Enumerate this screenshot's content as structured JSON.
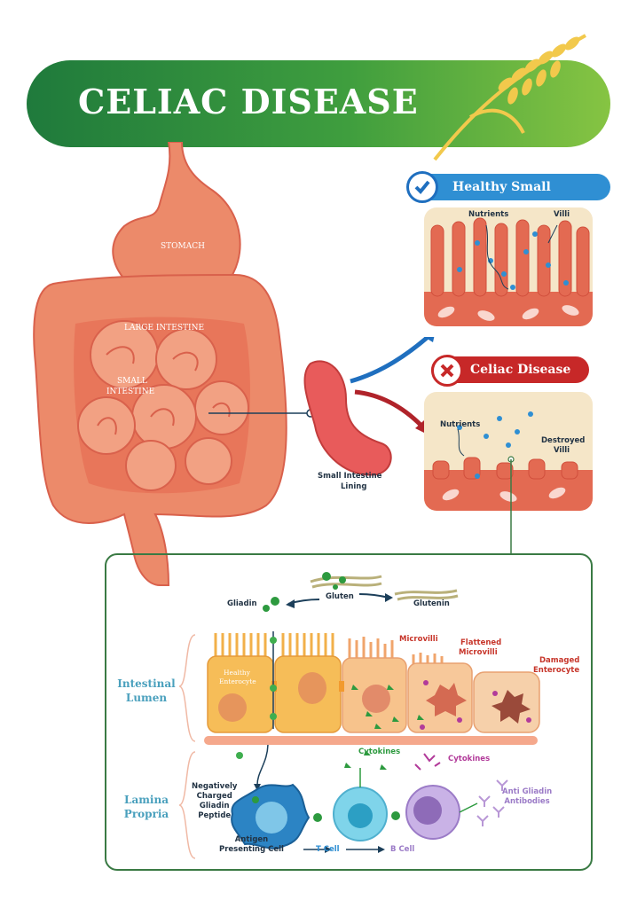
{
  "header": {
    "title": "CELIAC DISEASE"
  },
  "organs": {
    "stomach": "STOMACH",
    "large_intestine": "LARGE INTESTINE",
    "small_intestine_line1": "SMALL",
    "small_intestine_line2": "INTESTINE",
    "lining_line1": "Small Intestine",
    "lining_line2": "Lining"
  },
  "healthy": {
    "title": "Healthy Small Intestine",
    "nutrients": "Nutrients",
    "villi": "Villi"
  },
  "celiac": {
    "title": "Celiac Disease",
    "nutrients": "Nutrients",
    "destroyed_line1": "Destroyed",
    "destroyed_line2": "Villi"
  },
  "detail": {
    "gliadin": "Gliadin",
    "gluten": "Gluten",
    "glutenin": "Glutenin",
    "microvilli": "Microvilli",
    "flattened_line1": "Flattened",
    "flattened_line2": "Microvilli",
    "damaged_line1": "Damaged",
    "damaged_line2": "Enterocyte",
    "healthy_enterocyte_line1": "Healthy",
    "healthy_enterocyte_line2": "Enterocyte",
    "intestinal_lumen_line1": "Intestinal",
    "intestinal_lumen_line2": "Lumen",
    "lamina_propria_line1": "Lamina",
    "lamina_propria_line2": "Propria",
    "cytokines_1": "Cytokines",
    "cytokines_2": "Cytokines",
    "neg_line1": "Negatively",
    "neg_line2": "Charged",
    "neg_line3": "Gliadin",
    "neg_line4": "Peptide",
    "apc_line1": "Antigen",
    "apc_line2": "Presenting Cell",
    "t_cell": "T Cell",
    "b_cell": "B Cell",
    "antibodies_line1": "Anti Gliadin",
    "antibodies_line2": "Antibodies"
  },
  "colors": {
    "banner_start": "#1f7a3c",
    "banner_end": "#86c442",
    "healthy_accent": "#2f8fd3",
    "celiac_accent": "#c72828",
    "intestine": "#ec8a6a",
    "villi": "#d9614c",
    "gluten_green": "#2d9a3f"
  },
  "icons": {
    "healthy": "check-icon",
    "celiac": "cross-icon",
    "wheat": "wheat-icon"
  }
}
